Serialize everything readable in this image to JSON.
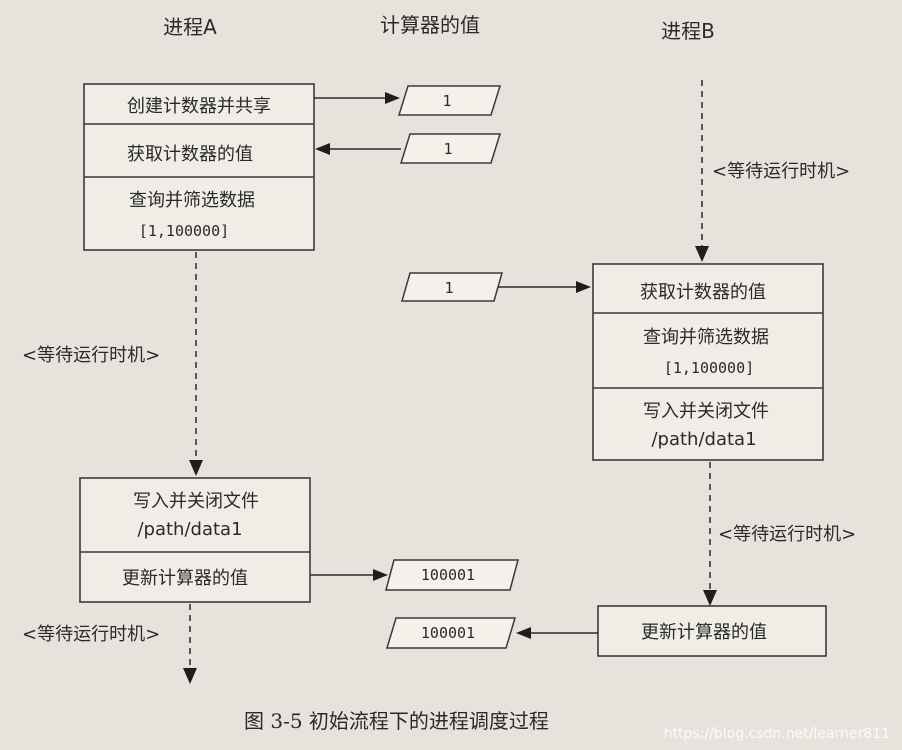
{
  "headers": {
    "process_a": "进程A",
    "counter": "计算器的值",
    "process_b": "进程B"
  },
  "process_a": {
    "create_counter": "创建计数器并共享",
    "get_counter": "获取计数器的值",
    "query_filter": "查询并筛选数据",
    "range": "[1,100000]",
    "write_close": "写入并关闭文件",
    "path": "/path/data1",
    "update_counter": "更新计算器的值"
  },
  "process_b": {
    "get_counter": "获取计数器的值",
    "query_filter": "查询并筛选数据",
    "range": "[1,100000]",
    "write_close": "写入并关闭文件",
    "path": "/path/data1",
    "update_counter": "更新计算器的值"
  },
  "counter_values": {
    "v1": "1",
    "v2": "1",
    "v3": "1",
    "v4": "100001",
    "v5": "100001"
  },
  "waits": {
    "b_top": "<等待运行时机>",
    "a_mid": "<等待运行时机>",
    "b_mid": "<等待运行时机>",
    "a_bottom": "<等待运行时机>"
  },
  "caption": "图 3-5   初始流程下的进程调度过程",
  "watermark": "https://blog.csdn.net/learner811"
}
